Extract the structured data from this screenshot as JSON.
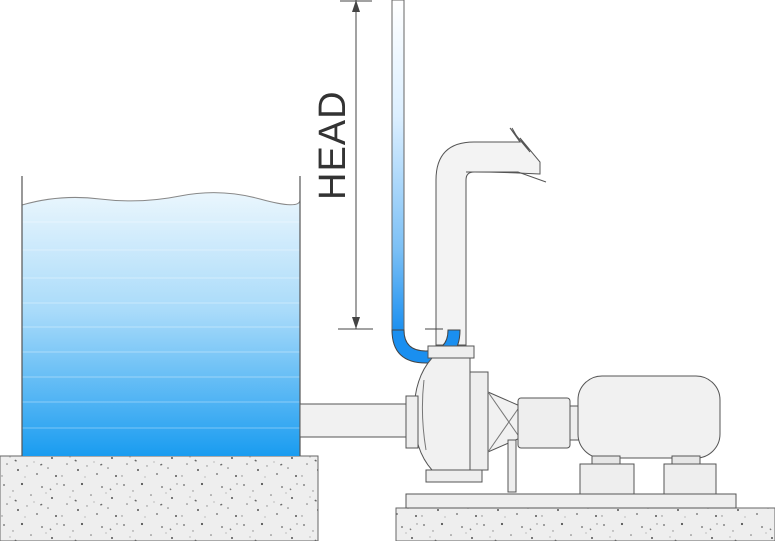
{
  "diagram": {
    "head_label": "HEAD",
    "components": [
      "water-tank",
      "concrete-foundation",
      "suction-pipe",
      "centrifugal-pump",
      "coupling",
      "electric-motor",
      "baseplate",
      "discharge-pipe",
      "manometer-tube",
      "head-dimension"
    ],
    "colors": {
      "water_top": "#e6f4fd",
      "water_bottom": "#1a9cf0",
      "manometer_fluid": "#1a8ff0",
      "equipment_fill": "#f1f1f1",
      "outline": "#555555",
      "concrete": "#eeeeee"
    }
  }
}
